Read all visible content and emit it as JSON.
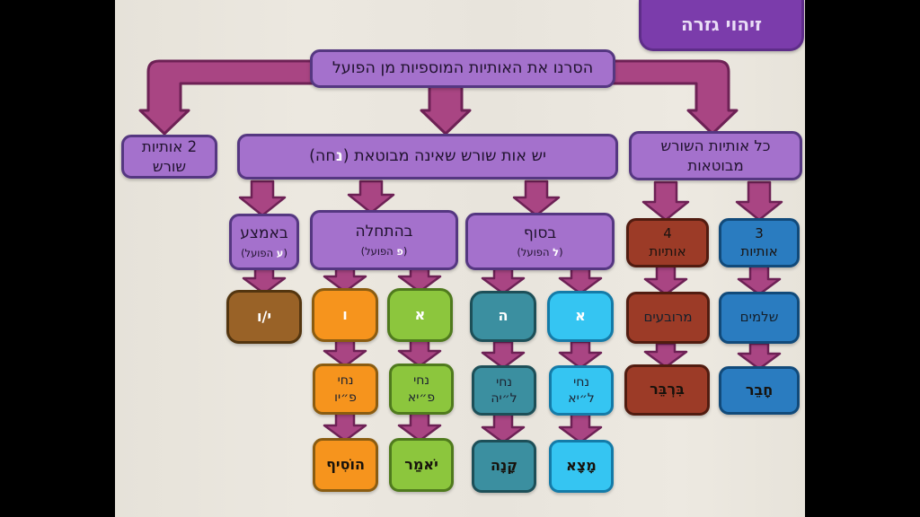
{
  "page_title": "זיהוי גזרה",
  "root_box": "הסרנו את האותיות המוספיות מן הפועל",
  "branch_left": {
    "line1": "2 אותיות",
    "line2": "שורש"
  },
  "branch_center": {
    "pre": "יש אות שורש שאינה מבוטאת (",
    "hl": "נ",
    "post": "חה)"
  },
  "branch_right": {
    "line1": "כל אותיות השורש",
    "line2": "מבוטאות"
  },
  "positions": [
    {
      "name": "באמצע",
      "pre": "(",
      "hl": "ע",
      "post": " הפועל)"
    },
    {
      "name": "בהתחלה",
      "pre": "(",
      "hl": "פ",
      "post": " הפועל)"
    },
    {
      "name": "בסוף",
      "pre": "(",
      "hl": "ל",
      "post": " הפועל)"
    }
  ],
  "letters": {
    "middle_yud_vav": "י/ו",
    "start_vav": "ו",
    "start_alef": "א",
    "end_he": "ה",
    "end_alef": "א"
  },
  "gizrot": [
    {
      "line1": "נחי",
      "line2": "פ״יו",
      "example": "הוֹסִיף"
    },
    {
      "line1": "נחי",
      "line2": "פ״יא",
      "example": "יֹאמַר"
    },
    {
      "line1": "נחי",
      "line2": "ל״יה",
      "example": "קָנָה"
    },
    {
      "line1": "נחי",
      "line2": "ל״יא",
      "example": "מָצָא"
    }
  ],
  "full_root_branches": [
    {
      "count": "4",
      "word": "אותיות",
      "type": "מרובעים",
      "example": "בִּרְבֵּר"
    },
    {
      "count": "3",
      "word": "אותיות",
      "type": "שלמים",
      "example": "חָבֵר"
    }
  ],
  "colors": {
    "background": "#eae6de",
    "pillarbox_bars": "#000000",
    "title_purple": "#7b3cab",
    "node_purple": "#a471cc",
    "arrow_fill": "#a94583",
    "arrow_stroke": "#6d2155",
    "orange": "#f6941d",
    "green": "#8cc63d",
    "teal": "#3b8fa0",
    "cyan": "#35c5f2",
    "brown": "#996227",
    "brick": "#9c3b27",
    "blue": "#2a7cc0"
  }
}
